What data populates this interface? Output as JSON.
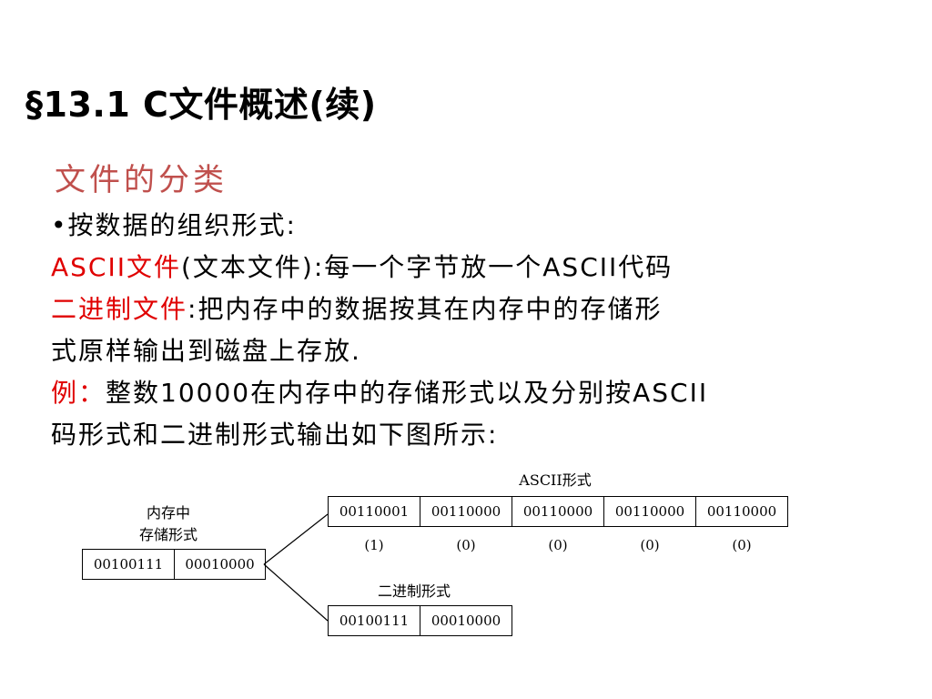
{
  "title": "§13.1 C文件概述(续)",
  "subtitle": "文件的分类",
  "body": {
    "bullet": "•按数据的组织形式:",
    "ascii_term": "ASCII文件",
    "ascii_desc": "(文本文件):每一个字节放一个ASCII代码",
    "binary_term": "二进制文件",
    "binary_desc_1": ":把内存中的数据按其在内存中的存储形",
    "binary_desc_2": "式原样输出到磁盘上存放.",
    "example_term": "例：",
    "example_desc_1": "整数10000在内存中的存储形式以及分别按ASCII",
    "example_desc_2": "码形式和二进制形式输出如下图所示:"
  },
  "diagram": {
    "memory_label_1": "内存中",
    "memory_label_2": "存储形式",
    "memory_cells": [
      "00100111",
      "00010000"
    ],
    "ascii_label": "ASCII形式",
    "ascii_cells": [
      "00110001",
      "00110000",
      "00110000",
      "00110000",
      "00110000"
    ],
    "ascii_chars": [
      "(1)",
      "(0)",
      "(0)",
      "(0)",
      "(0)"
    ],
    "binary_label": "二进制形式",
    "binary_cells": [
      "00100111",
      "00010000"
    ]
  }
}
